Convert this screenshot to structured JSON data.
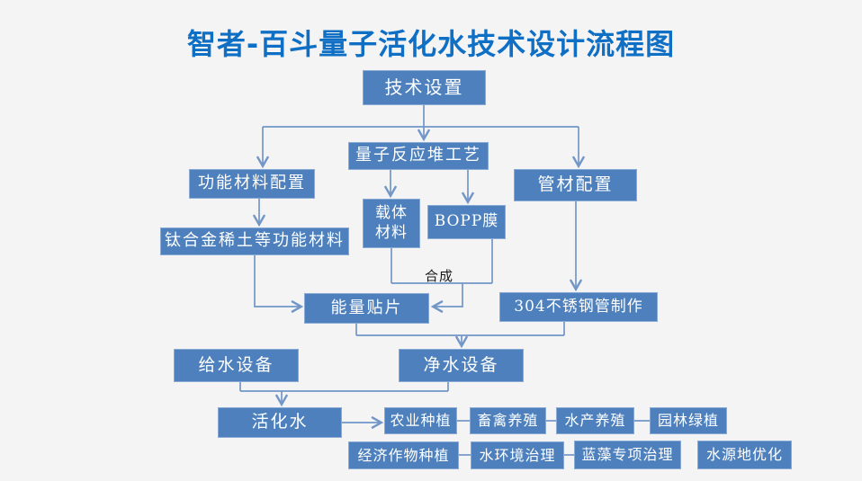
{
  "title": "智者-百斗量子活化水技术设计流程图",
  "colors": {
    "background": "#f4f4f4",
    "title_text": "#0f6fc5",
    "node_fill": "#4d80bc",
    "node_border": "#88aad4",
    "node_text": "#ffffff",
    "connector": "#7296c8",
    "edge_label_text": "#1a1a1a"
  },
  "nodes": {
    "tech_settings": {
      "label": "技术设置"
    },
    "functional_material_config": {
      "label": "功能材料配置"
    },
    "quantum_reactor_process": {
      "label": "量子反应堆工艺"
    },
    "pipe_material_config": {
      "label": "管材配置"
    },
    "carrier_material": {
      "label": "载体材料",
      "lines": [
        "载体",
        "材料"
      ]
    },
    "bopp_film": {
      "label": "BOPP膜"
    },
    "titanium_rare_earth": {
      "label": "钛合金稀土等功能材料"
    },
    "energy_patch": {
      "label": "能量贴片"
    },
    "steel_pipe_304": {
      "label": "304不锈钢管制作"
    },
    "water_supply_equipment": {
      "label": "给水设备"
    },
    "water_purification_equipment": {
      "label": "净水设备"
    },
    "activated_water": {
      "label": "活化水"
    },
    "agriculture_planting": {
      "label": "农业种植"
    },
    "livestock_breeding": {
      "label": "畜禽养殖"
    },
    "aquaculture": {
      "label": "水产养殖"
    },
    "garden_greening": {
      "label": "园林绿植"
    },
    "cash_crop_planting": {
      "label": "经济作物种植"
    },
    "water_environment_treatment": {
      "label": "水环境治理"
    },
    "algae_special_treatment": {
      "label": "蓝藻专项治理"
    },
    "water_source_optimization": {
      "label": "水源地优化"
    }
  },
  "edge_labels": {
    "synthesis": "合成"
  },
  "edges": [
    {
      "from": "tech_settings",
      "to": "functional_material_config"
    },
    {
      "from": "tech_settings",
      "to": "quantum_reactor_process"
    },
    {
      "from": "tech_settings",
      "to": "pipe_material_config"
    },
    {
      "from": "quantum_reactor_process",
      "to": "carrier_material"
    },
    {
      "from": "quantum_reactor_process",
      "to": "bopp_film"
    },
    {
      "from": "functional_material_config",
      "to": "titanium_rare_earth"
    },
    {
      "from": "pipe_material_config",
      "to": "steel_pipe_304"
    },
    {
      "from": "titanium_rare_earth",
      "to": "energy_patch"
    },
    {
      "from": "carrier_material",
      "to": "energy_patch",
      "label": "合成"
    },
    {
      "from": "bopp_film",
      "to": "energy_patch",
      "label": "合成"
    },
    {
      "from": "energy_patch",
      "to": "water_purification_equipment"
    },
    {
      "from": "steel_pipe_304",
      "to": "water_purification_equipment"
    },
    {
      "from": "water_supply_equipment",
      "to": "activated_water"
    },
    {
      "from": "water_purification_equipment",
      "to": "activated_water"
    },
    {
      "from": "activated_water",
      "to": "agriculture_planting"
    },
    {
      "from": "agriculture_planting",
      "to": "livestock_breeding"
    },
    {
      "from": "livestock_breeding",
      "to": "aquaculture"
    },
    {
      "from": "aquaculture",
      "to": "garden_greening"
    },
    {
      "from": "cash_crop_planting",
      "to": "water_environment_treatment"
    },
    {
      "from": "water_environment_treatment",
      "to": "algae_special_treatment"
    }
  ]
}
